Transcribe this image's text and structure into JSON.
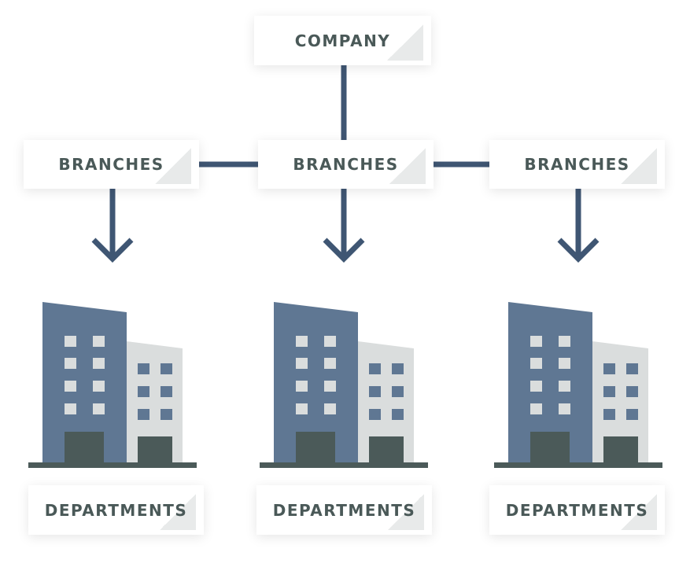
{
  "company": {
    "label": "COMPANY"
  },
  "branches": [
    {
      "label": "BRANCHES"
    },
    {
      "label": "BRANCHES"
    },
    {
      "label": "BRANCHES"
    }
  ],
  "departments": [
    {
      "label": "DEPARTMENTS"
    },
    {
      "label": "DEPARTMENTS"
    },
    {
      "label": "DEPARTMENTS"
    }
  ],
  "colors": {
    "connector": "#3f5673",
    "building_main": "#5f7793",
    "building_side": "#dadddd",
    "door": "#4b5a59",
    "text": "#4a5958"
  }
}
